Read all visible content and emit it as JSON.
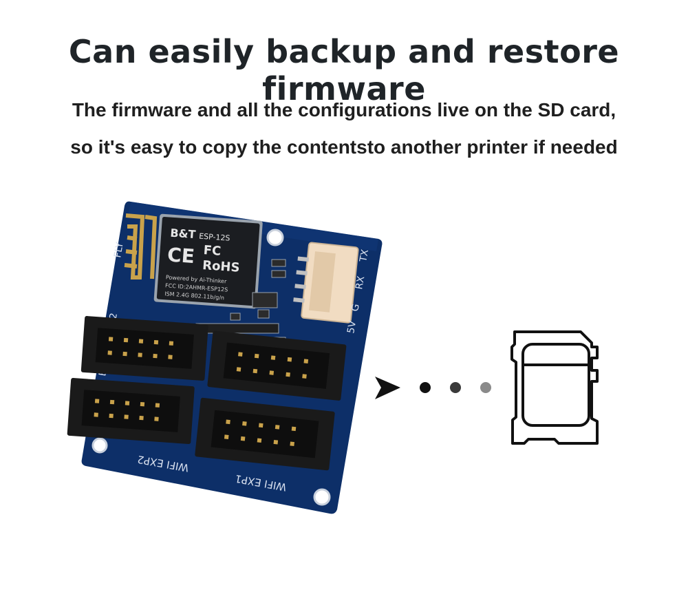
{
  "headline": "Can easily backup and restore firmware",
  "description": {
    "line1": "The firmware and all the configurations live on the SD card,",
    "line2": "so it's easy to copy the contentsto another printer if needed"
  },
  "board": {
    "module_brand": "B&T",
    "module_model": "ESP-12S",
    "ce_mark": "CE",
    "fcc_mark": "FC",
    "rohs_mark": "RoHS",
    "powered_by": "Powered by Ai-Thinker",
    "fcc_id": "FCC ID:2AHMR-ESP12S",
    "radio_spec": "ISM 2.4G  802.11b/g/n",
    "pin_label_5v": "5V",
    "pin_label_g": "G",
    "pin_label_rx": "RX",
    "pin_label_tx": "TX",
    "port_label_exp1": "WIFI EXP1",
    "port_label_exp2": "WIFI EXP2",
    "edge_label_1": "E3",
    "edge_label_2": "E2",
    "edge_label_3": "FLY"
  },
  "colors": {
    "pcb": "#0d2f68",
    "header_plastic": "#1a1a1a",
    "jst_connector": "#f1dcc2",
    "antenna": "#c9a24b",
    "arrow": "#111111",
    "dot_1": "#111111",
    "dot_2": "#3a3a3a",
    "dot_3": "#8a8a8a"
  },
  "icons": [
    "arrow-right-icon",
    "sd-card-icon"
  ]
}
